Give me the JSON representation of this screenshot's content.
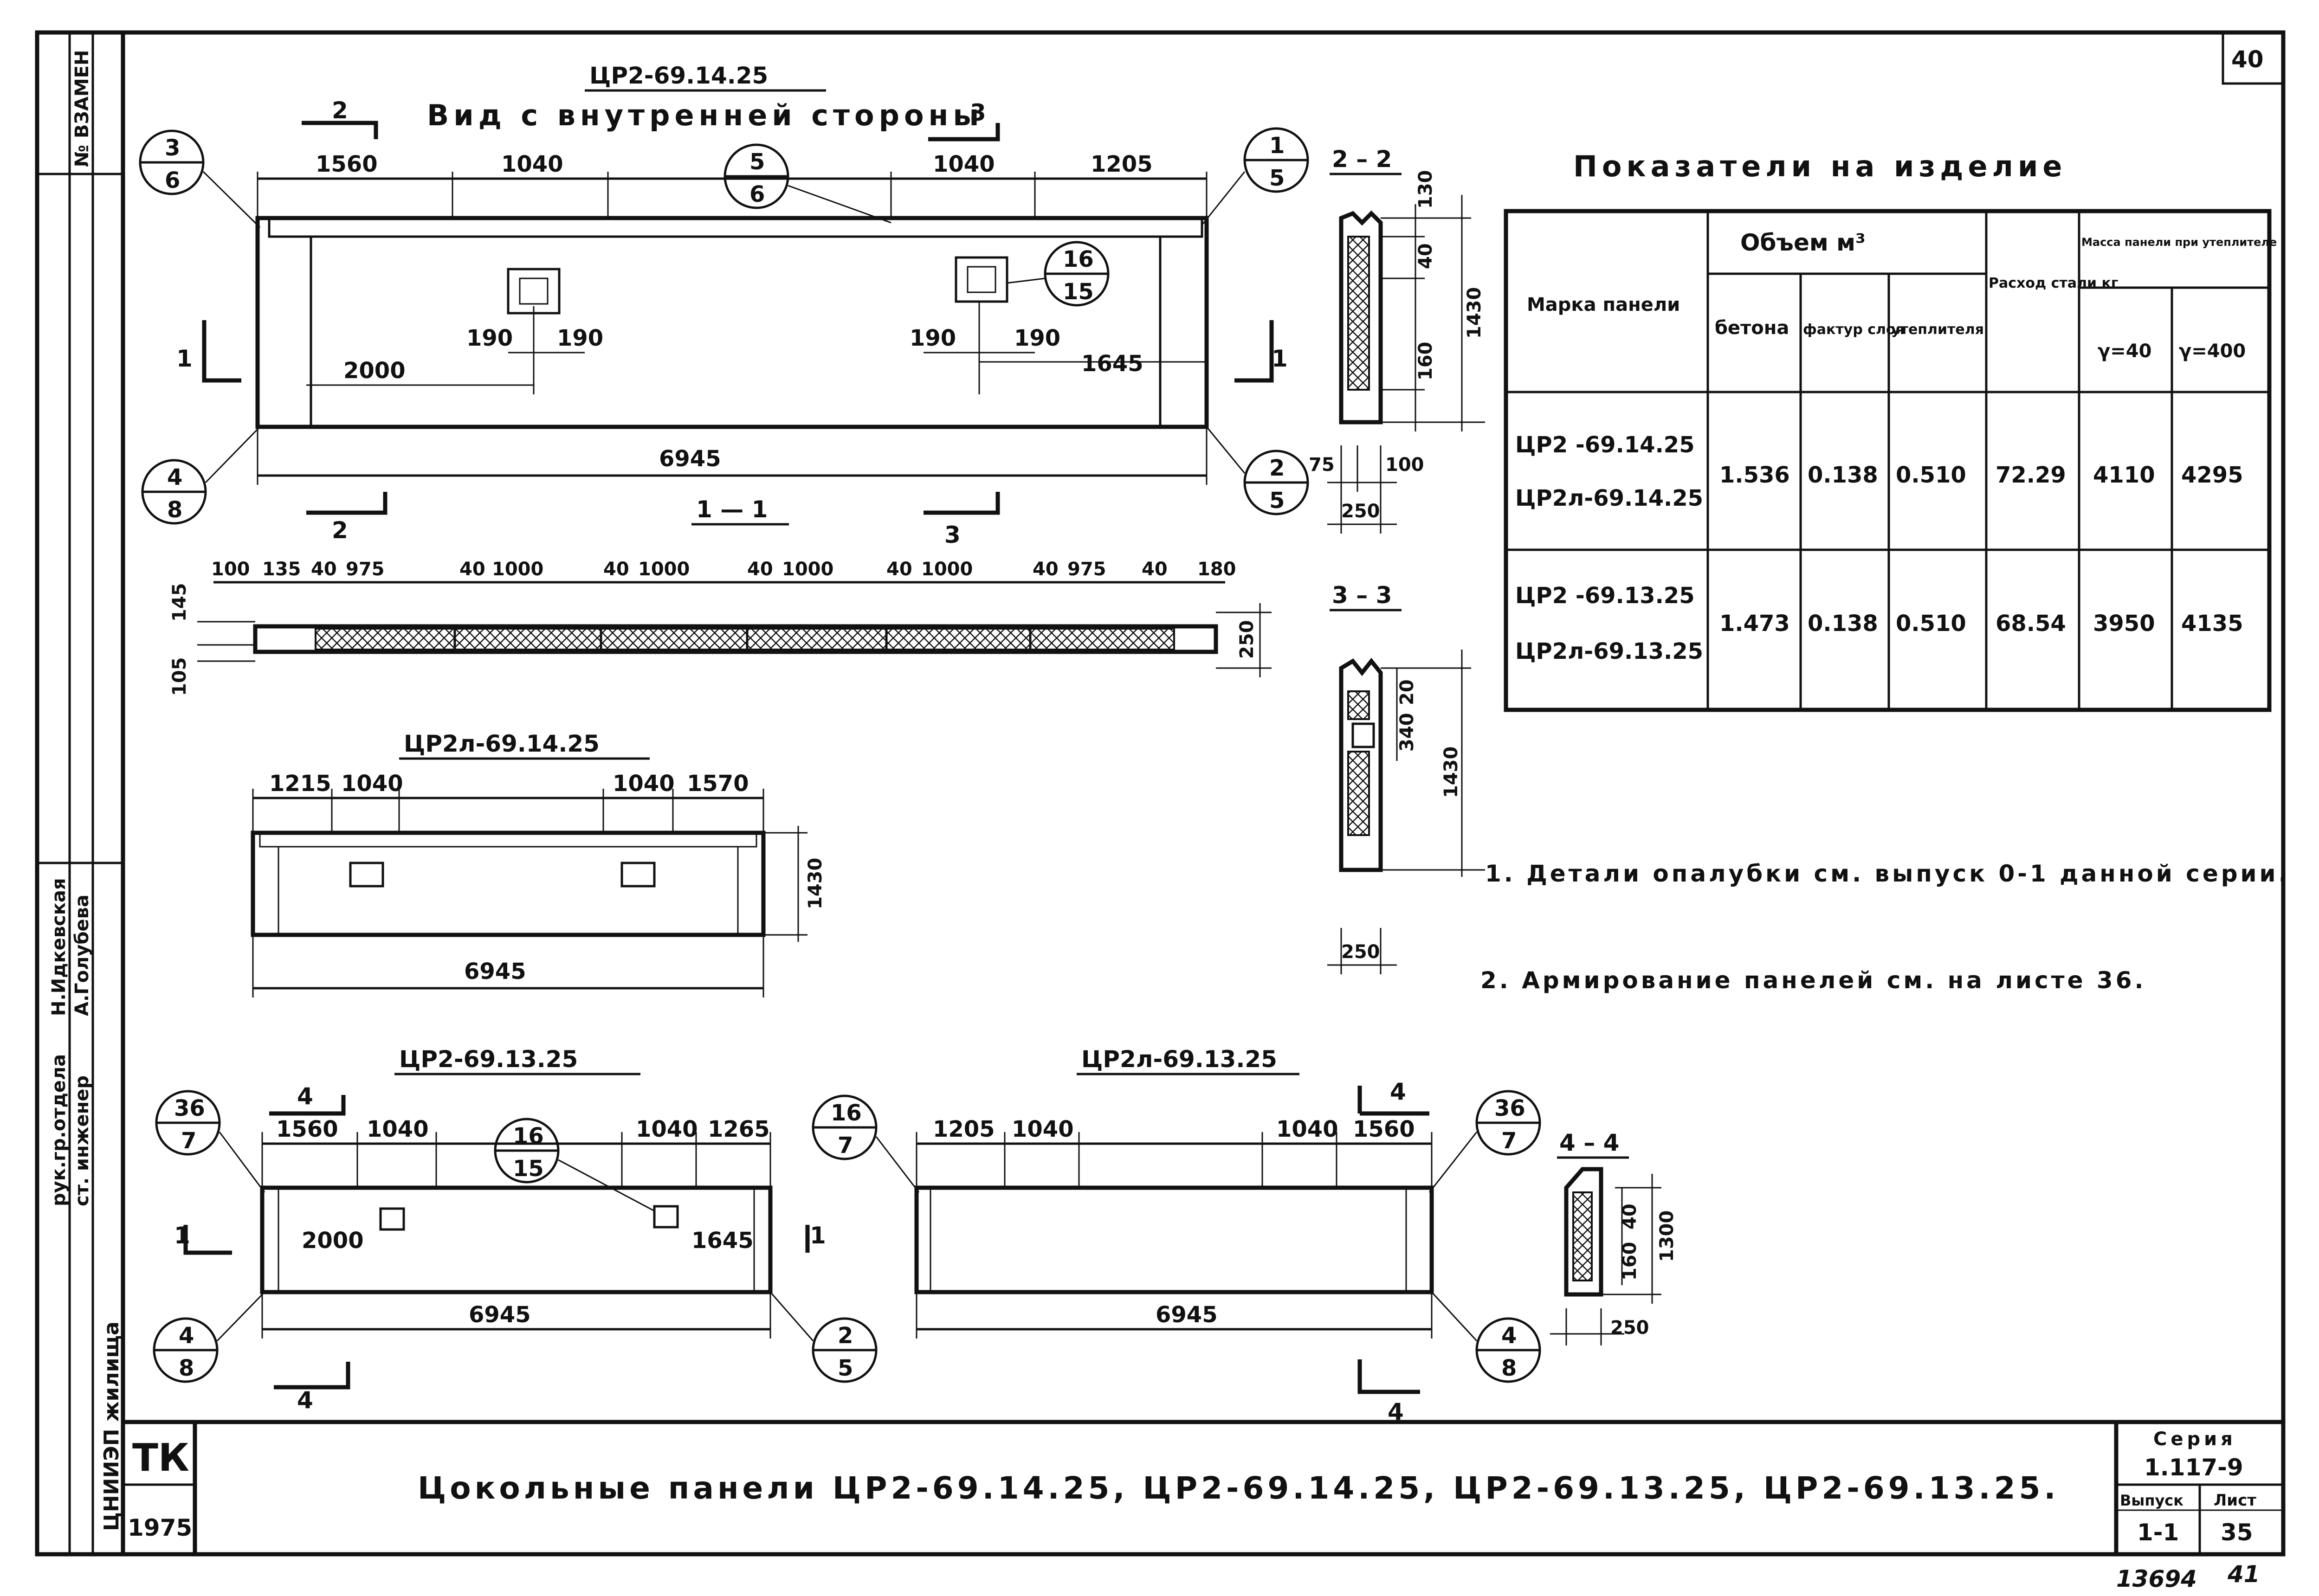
{
  "sheet_number": "40",
  "side_stamp": {
    "vzamen": "№ ВЗАМЕН",
    "org": "ЦНИИЭП жилища",
    "roles": [
      "рук.гр.отдела",
      "ст. инженер"
    ],
    "names": [
      "Н.Идкевская",
      "А.Голубева"
    ]
  },
  "main_view": {
    "mark": "ЦР2-69.14.25",
    "subtitle": "Вид с внутренней стороны",
    "top_dims": [
      "1560",
      "1040",
      "1040",
      "1205"
    ],
    "hole_dims_left": [
      "190",
      "190",
      "2000"
    ],
    "hole_dims_right": [
      "190",
      "190",
      "1645"
    ],
    "total": "6945",
    "callouts": [
      {
        "top": "3",
        "bottom": "6"
      },
      {
        "top": "5",
        "bottom": "6"
      },
      {
        "top": "1",
        "bottom": "5"
      },
      {
        "top": "16",
        "bottom": "15"
      },
      {
        "top": "4",
        "bottom": "8"
      },
      {
        "top": "2",
        "bottom": "5"
      }
    ],
    "section_marks": [
      "2",
      "3",
      "1",
      "1",
      "2",
      "3"
    ]
  },
  "section_11": {
    "label": "1 — 1",
    "dims": [
      "100",
      "135",
      "40",
      "975",
      "40",
      "1000",
      "40",
      "1000",
      "40",
      "1000",
      "40",
      "1000",
      "40",
      "975",
      "40",
      "180"
    ],
    "side_dims": [
      "145",
      "105",
      "250"
    ]
  },
  "section_22": {
    "label": "2 – 2",
    "dims": [
      "130",
      "40",
      "1430",
      "160",
      "75",
      "100",
      "250"
    ]
  },
  "section_33": {
    "label": "3 – 3",
    "dims": [
      "20",
      "340",
      "1430",
      "250"
    ]
  },
  "section_44": {
    "label": "4 – 4",
    "dims": [
      "40",
      "160",
      "1300",
      "250"
    ]
  },
  "panel_l1425": {
    "mark": "ЦР2л-69.14.25",
    "top_dims": [
      "1215",
      "1040",
      "1040",
      "1570"
    ],
    "height": "1430",
    "total": "6945"
  },
  "panel_1325": {
    "mark": "ЦР2-69.13.25",
    "top_dims": [
      "1560",
      "1040",
      "1040",
      "1265"
    ],
    "dims": [
      "2000",
      "1645"
    ],
    "total": "6945",
    "callouts": [
      {
        "top": "36",
        "bottom": "7"
      },
      {
        "top": "16",
        "bottom": "15"
      },
      {
        "top": "4",
        "bottom": "8"
      },
      {
        "top": "2",
        "bottom": "5"
      }
    ],
    "marks": [
      "4",
      "1",
      "1",
      "4"
    ]
  },
  "panel_l1325": {
    "mark": "ЦР2л-69.13.25",
    "top_dims": [
      "1205",
      "1040",
      "1040",
      "1560"
    ],
    "total": "6945",
    "callouts": [
      {
        "top": "16",
        "bottom": "7"
      },
      {
        "top": "36",
        "bottom": "7"
      },
      {
        "top": "4",
        "bottom": "8"
      }
    ],
    "marks": [
      "4",
      "4"
    ]
  },
  "table": {
    "title": "Показатели на изделие",
    "headers": {
      "mark": "Марка панели",
      "volume": "Объем м³",
      "concrete": "бетона",
      "facture": "фактур слоя",
      "insulation": "утеплителя",
      "steel": "Расход стали кг",
      "mass": "Масса панели при утеплителе",
      "g40": "γ=40",
      "g400": "γ=400"
    },
    "rows": [
      {
        "marks": [
          "ЦР2 -69.14.25",
          "ЦР2л-69.14.25"
        ],
        "concrete": "1.536",
        "facture": "0.138",
        "insulation": "0.510",
        "steel": "72.29",
        "g40": "4110",
        "g400": "4295"
      },
      {
        "marks": [
          "ЦР2 -69.13.25",
          "ЦР2л-69.13.25"
        ],
        "concrete": "1.473",
        "facture": "0.138",
        "insulation": "0.510",
        "steel": "68.54",
        "g40": "3950",
        "g400": "4135"
      }
    ]
  },
  "notes": [
    "1. Детали опалубки см. выпуск 0-1 данной серии.",
    "2. Армирование панелей см. на листе 36."
  ],
  "title_block": {
    "org": "ТК",
    "year": "1975",
    "title": "Цокольные панели ЦР2-69.14.25, ЦР2-69.14.25, ЦР2-69.13.25, ЦР2-69.13.25.",
    "series_label": "Серия",
    "series": "1.117-9",
    "issue_label": "Выпуск",
    "issue": "1-1",
    "sheet_label": "Лист",
    "sheet": "35"
  },
  "footer": {
    "inv": "13694",
    "page": "41"
  }
}
